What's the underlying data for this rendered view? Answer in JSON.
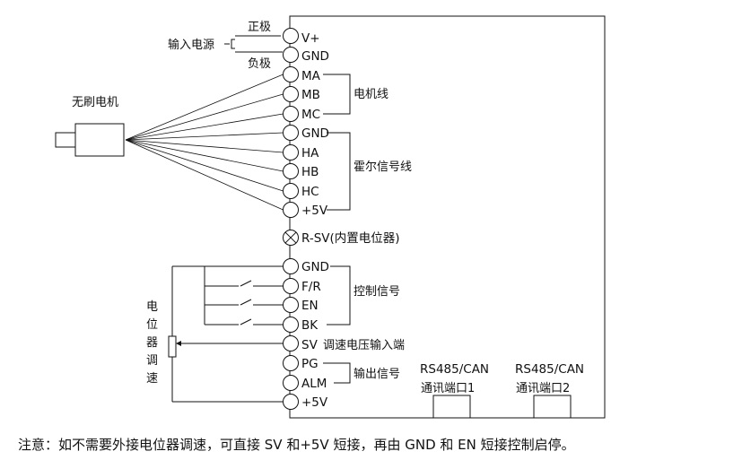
{
  "power": {
    "label": "输入电源",
    "positive": "正极",
    "negative": "负极"
  },
  "motor": {
    "label": "无刷电机"
  },
  "pins": {
    "vplus": "V+",
    "gnd_power": "GND",
    "ma": "MA",
    "mb": "MB",
    "mc": "MC",
    "gnd_hall": "GND",
    "ha": "HA",
    "hb": "HB",
    "hc": "HC",
    "v5_hall": "+5V",
    "rsv": "R-SV(内置电位器)",
    "gnd_ctrl": "GND",
    "fr": "F/R",
    "en": "EN",
    "bk": "BK",
    "sv": "SV",
    "pg": "PG",
    "alm": "ALM",
    "v5_out": "+5V"
  },
  "groups": {
    "motor_wires": "电机线",
    "hall_wires": "霍尔信号线",
    "control": "控制信号",
    "speed_voltage": "调速电压输入端",
    "output": "输出信号"
  },
  "pot": {
    "label": "电位器调速",
    "chars": [
      "电",
      "位",
      "器",
      "调",
      "速"
    ]
  },
  "ports": [
    {
      "title": "RS485/CAN",
      "subtitle": "通讯端口1"
    },
    {
      "title": "RS485/CAN",
      "subtitle": "通讯端口2"
    }
  ],
  "note": "注意：如不需要外接电位器调速，可直接 SV 和+5V 短接，再由 GND 和 EN 短接控制启停。"
}
